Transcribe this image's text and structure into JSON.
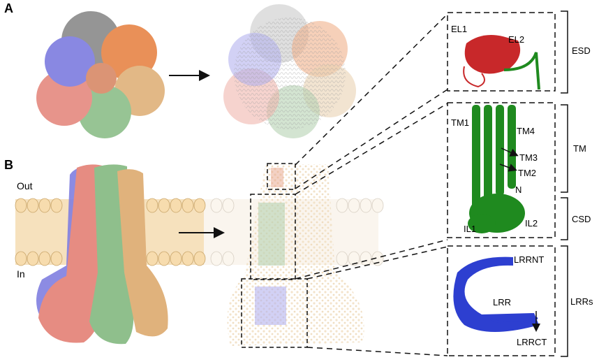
{
  "panel_labels": {
    "a": "A",
    "b": "B"
  },
  "membrane": {
    "out": "Out",
    "in": "In"
  },
  "domains": {
    "esd": "ESD",
    "tm": "TM",
    "csd": "CSD",
    "lrrs": "LRRs"
  },
  "esd_labels": {
    "el1": "EL1",
    "el2": "EL2"
  },
  "tm_labels": {
    "tm1": "TM1",
    "tm4": "TM4",
    "tm3": "TM3",
    "tm2": "TM2",
    "n": "N",
    "il1": "IL1",
    "il2": "IL2"
  },
  "lrr_labels": {
    "lrrnt": "LRRNT",
    "lrr": "LRR",
    "lrrct": "LRRCT"
  },
  "colors": {
    "subunit_gray": "#8d8d8d",
    "subunit_orange": "#e8874a",
    "subunit_blue": "#7f7ee0",
    "subunit_salmon": "#e68c82",
    "subunit_green": "#8fbf8c",
    "subunit_tan": "#e0b27c",
    "esd_red": "#c8282a",
    "tm_green": "#1f8a1f",
    "lrr_blue": "#2d3fd0",
    "membrane_fill": "#f6e1bd"
  }
}
